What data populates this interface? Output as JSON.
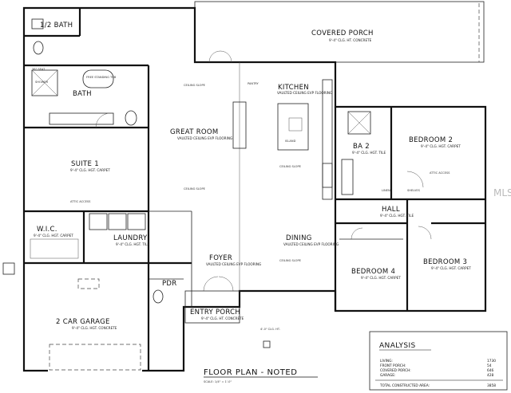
{
  "rooms": {
    "half_bath": "1/2 BATH",
    "covered_porch": "COVERED PORCH",
    "covered_porch_sub": "9'-4\" CLG. HT. CONCRETE",
    "bath": "BATH",
    "kitchen": "KITCHEN",
    "kitchen_sub": "VAULTED CEILING EVP FLOORING",
    "great_room": "GREAT ROOM",
    "great_room_sub": "VAULTED CEILING EVP FLOORING",
    "suite_1": "SUITE 1",
    "suite_1_sub": "9'-4\" CLG. HGT. CARPET",
    "ba_2": "BA 2",
    "ba_2_sub": "9'-4\" CLG. HGT. TILE",
    "bedroom_2": "BEDROOM 2",
    "bedroom_2_sub": "9'-4\" CLG. HGT. CARPET",
    "wic": "W.I.C.",
    "wic_sub": "9'-4\" CLG. HGT. CARPET",
    "laundry": "LAUNDRY",
    "laundry_sub": "9'-4\" CLG. HGT. TILE",
    "hall": "HALL",
    "hall_sub": "9'-4\" CLG. HGT. TILE",
    "dining": "DINING",
    "dining_sub": "VAULTED CEILING EVP FLOORING",
    "foyer": "FOYER",
    "foyer_sub": "VAULTED CEILING EVP FLOORING",
    "bedroom_3": "BEDROOM 3",
    "bedroom_3_sub": "9'-4\" CLG. HGT. CARPET",
    "bedroom_4": "BEDROOM 4",
    "bedroom_4_sub": "9'-4\" CLG. HGT. CARPET",
    "pdr": "PDR",
    "garage": "2 CAR GARAGE",
    "garage_sub": "9'-4\" CLG. HGT. CONCRETE",
    "entry_porch": "ENTRY PORCH",
    "entry_porch_sub": "9'-4\" CLG. HT. CONCRETE"
  },
  "notes": {
    "ceiling_slope": "CEILING SLOPE",
    "island": "ISLAND",
    "attic_access": "ATTIC ACCESS",
    "linen": "LINEN",
    "shelves": "SHELVES",
    "pantry": "PANTRY",
    "free_standing_tub": "FREE STANDING TUB",
    "shower": "SHOWER",
    "bench": "36\" SEAT",
    "ceiling_height": "4'-0\" CLG. HT."
  },
  "footer": {
    "title": "FLOOR PLAN - NOTED",
    "scale": "SCALE: 1/4\" = 1'-0\""
  },
  "analysis": {
    "title": "ANALYSIS",
    "rows": [
      {
        "label": "LIVING:",
        "value": "1730"
      },
      {
        "label": "FRONT PORCH:",
        "value": "54"
      },
      {
        "label": "COVERED PORCH:",
        "value": "646"
      },
      {
        "label": "GARAGE:",
        "value": "428"
      }
    ],
    "total_label": "TOTAL CONSTRUCTED AREA:",
    "total_value": "3858"
  },
  "watermark": "MLS"
}
